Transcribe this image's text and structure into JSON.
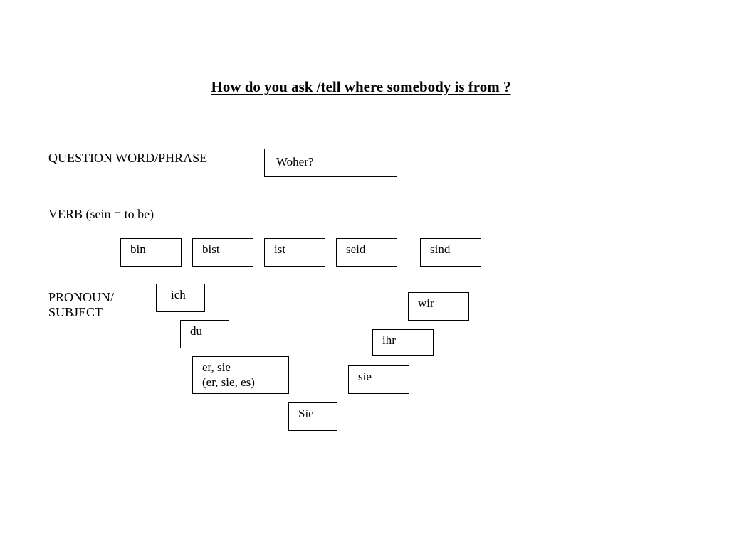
{
  "title": "How do you ask /tell where somebody is from ?",
  "labels": {
    "question": "QUESTION WORD/PHRASE",
    "verb": "VERB (sein = to be)",
    "pronoun_line1": "PRONOUN/",
    "pronoun_line2": "SUBJECT"
  },
  "question_box": "Woher?",
  "verbs": [
    "bin",
    "bist",
    "ist",
    "seid",
    "sind"
  ],
  "pronouns_singular": [
    "ich",
    "du",
    "er, sie",
    "(er, sie, es)",
    "Sie"
  ],
  "pronouns_plural": [
    "wir",
    "ihr",
    "sie"
  ]
}
